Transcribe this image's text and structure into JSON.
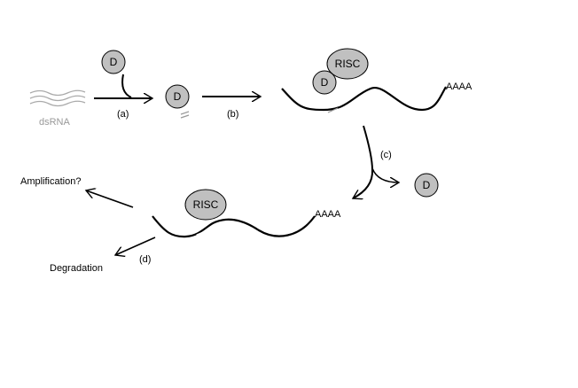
{
  "diagram": {
    "nodes": {
      "dicer_top": "D",
      "dicer_mid": "D",
      "dicer_complex": "D",
      "dicer_released": "D",
      "risc_top": "RISC",
      "risc_bottom": "RISC"
    },
    "labels": {
      "dsrna": "dsRNA",
      "step_a": "(a)",
      "step_b": "(b)",
      "step_c": "(c)",
      "step_d": "(d)",
      "polya_top": "AAAA",
      "polya_bottom": "AAAA",
      "amplification": "Amplification?",
      "degradation": "Degradation"
    },
    "colors": {
      "node_fill": "#c0c0c0",
      "stroke": "#000000",
      "dsrna": "#aaaaaa"
    }
  }
}
